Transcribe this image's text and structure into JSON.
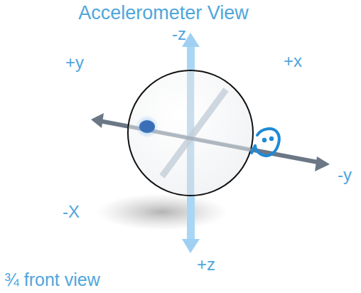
{
  "diagram": {
    "title": "Accelerometer View",
    "caption": "¾ front view",
    "labels": [
      "-z",
      "+y",
      "+x",
      "-y",
      "-X",
      "+z"
    ]
  }
}
